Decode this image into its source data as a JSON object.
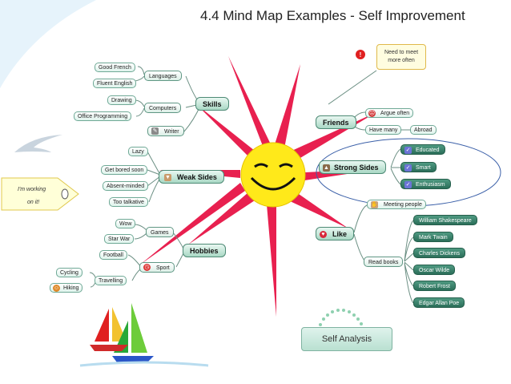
{
  "title": "4.4 Mind Map Examples - Self Improvement",
  "side_note": {
    "line1": "I'm working",
    "line2": "on it!"
  },
  "callout": {
    "line1": "Need to meet",
    "line2": "more often"
  },
  "footer_button": "Self Analysis",
  "branches": {
    "skills": {
      "label": "Skills",
      "languages": {
        "label": "Languages",
        "items": [
          "Good French",
          "Fluent English"
        ]
      },
      "computers": {
        "label": "Computers",
        "items": [
          "Drawing",
          "Office Programming"
        ]
      },
      "writer": "Writer"
    },
    "weak_sides": {
      "label": "Weak Sides",
      "items": [
        "Lazy",
        "Get bored soon",
        "Absent-minded",
        "Too talkative"
      ]
    },
    "hobbies": {
      "label": "Hobbies",
      "games": {
        "label": "Games",
        "items": [
          "Wow",
          "Star War"
        ]
      },
      "sport": {
        "label": "Sport",
        "football": "Football",
        "travelling": {
          "label": "Travelling",
          "items": [
            "Cycling",
            "Hiking"
          ]
        }
      }
    },
    "friends": {
      "label": "Friends",
      "items": [
        "Argue often",
        "Have many"
      ],
      "abroad": "Abroad"
    },
    "strong_sides": {
      "label": "Strong Sides",
      "items": [
        "Educated",
        "Smart",
        "Enthusiasm"
      ]
    },
    "like": {
      "label": "Like",
      "meeting": "Meeting people",
      "read_books": {
        "label": "Read books",
        "items": [
          "William Shakespeare",
          "Mark Twain",
          "Charles Dickens",
          "Oscar Wilde",
          "Robert Frost",
          "Edgar Allan Poe"
        ]
      }
    }
  },
  "colors": {
    "ray": "#e8204f",
    "sun": "#ffe91a",
    "node": "#a9d8c4",
    "dark_node": "#2b6e59",
    "line": "#6b8f83"
  }
}
